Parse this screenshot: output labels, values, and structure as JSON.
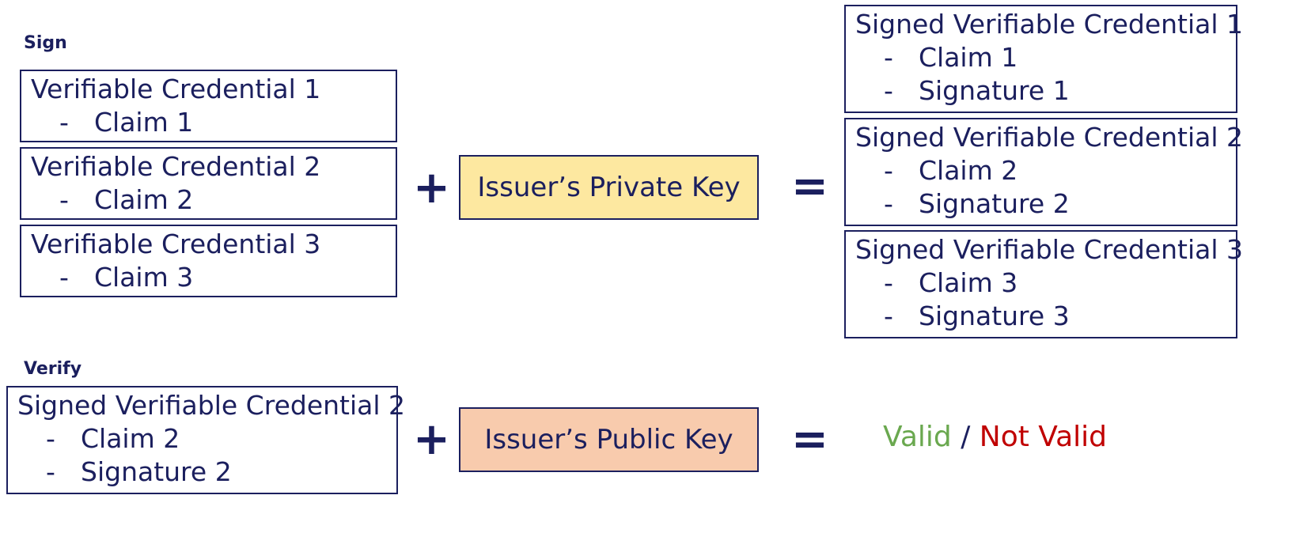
{
  "colors": {
    "navy": "#1b1f5e",
    "private_key_fill": "#fde8a0",
    "public_key_fill": "#f8cbad",
    "valid": "#6aa84f",
    "not_valid": "#c00000"
  },
  "sign": {
    "label": "Sign",
    "credentials": [
      {
        "title": "Verifiable Credential 1",
        "dash": "-",
        "claim": "Claim 1"
      },
      {
        "title": "Verifiable Credential 2",
        "dash": "-",
        "claim": "Claim 2"
      },
      {
        "title": "Verifiable Credential 3",
        "dash": "-",
        "claim": "Claim 3"
      }
    ],
    "plus": "+",
    "key_label": "Issuer’s Private Key",
    "equals": "=",
    "signed": [
      {
        "title": "Signed Verifiable Credential 1",
        "dash": "-",
        "claim": "Claim 1",
        "signature": "Signature 1"
      },
      {
        "title": "Signed Verifiable Credential 2",
        "dash": "-",
        "claim": "Claim 2",
        "signature": "Signature 2"
      },
      {
        "title": "Signed Verifiable Credential 3",
        "dash": "-",
        "claim": "Claim 3",
        "signature": "Signature 3"
      }
    ]
  },
  "verify": {
    "label": "Verify",
    "credential": {
      "title": "Signed Verifiable Credential 2",
      "dash": "-",
      "claim": "Claim 2",
      "signature": "Signature 2"
    },
    "plus": "+",
    "key_label": "Issuer’s Public Key",
    "equals": "=",
    "result": {
      "valid": "Valid",
      "separator": " / ",
      "not_valid": "Not Valid"
    }
  }
}
